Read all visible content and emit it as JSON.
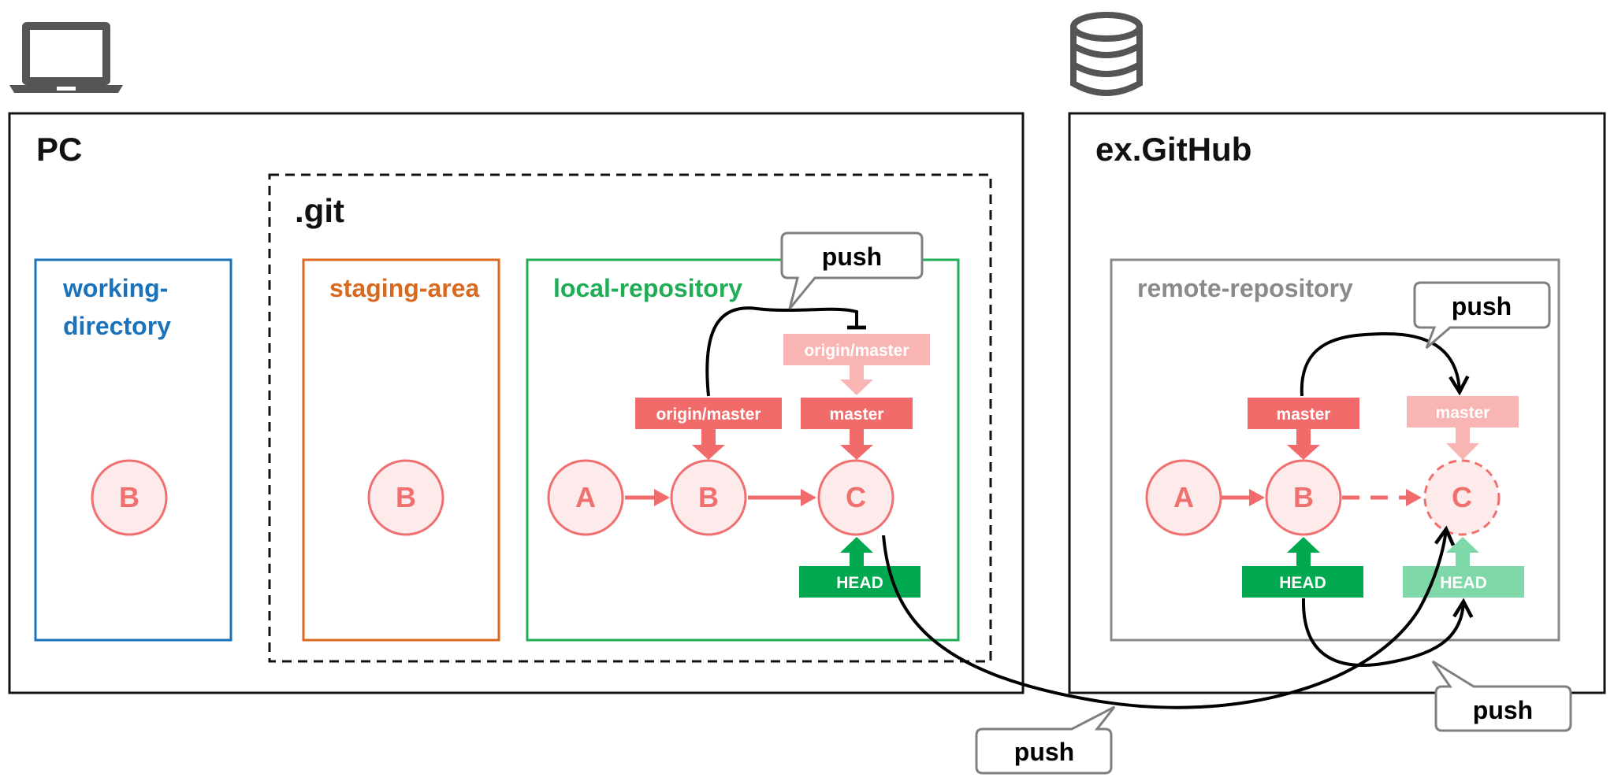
{
  "icons": {
    "pc": "laptop-icon",
    "server": "database-icon"
  },
  "pc": {
    "title": "PC",
    "working_directory": {
      "label_line1": "working-",
      "label_line2": "directory",
      "commit": "B"
    },
    "git": {
      "title": ".git",
      "staging_area": {
        "label": "staging-area",
        "commit": "B"
      },
      "local_repository": {
        "label": "local-repository",
        "commits": [
          "A",
          "B",
          "C"
        ],
        "origin_master_label": "origin/master",
        "origin_master_new_label": "origin/master",
        "master_label": "master",
        "head_label": "HEAD"
      }
    }
  },
  "github": {
    "title": "ex.GitHub",
    "remote_repository": {
      "label": "remote-repository",
      "commits": [
        "A",
        "B",
        "C"
      ],
      "master_label": "master",
      "master_new_label": "master",
      "head_label": "HEAD",
      "head_new_label": "HEAD"
    }
  },
  "callouts": {
    "local": "push",
    "remote_master": "push",
    "remote_head": "push",
    "transfer": "push"
  },
  "colors": {
    "working_directory": "#1a72bb",
    "staging_area": "#d9691f",
    "local_repository": "#1fae55",
    "remote_repository": "#8a8a8a",
    "commit": "#f07070",
    "commit_fill": "#fdeaea",
    "ref": "#f26b6b",
    "ref_faded": "#f9b4b4",
    "head": "#00a84f",
    "head_faded": "#7fd8a7",
    "icon": "#555555"
  }
}
